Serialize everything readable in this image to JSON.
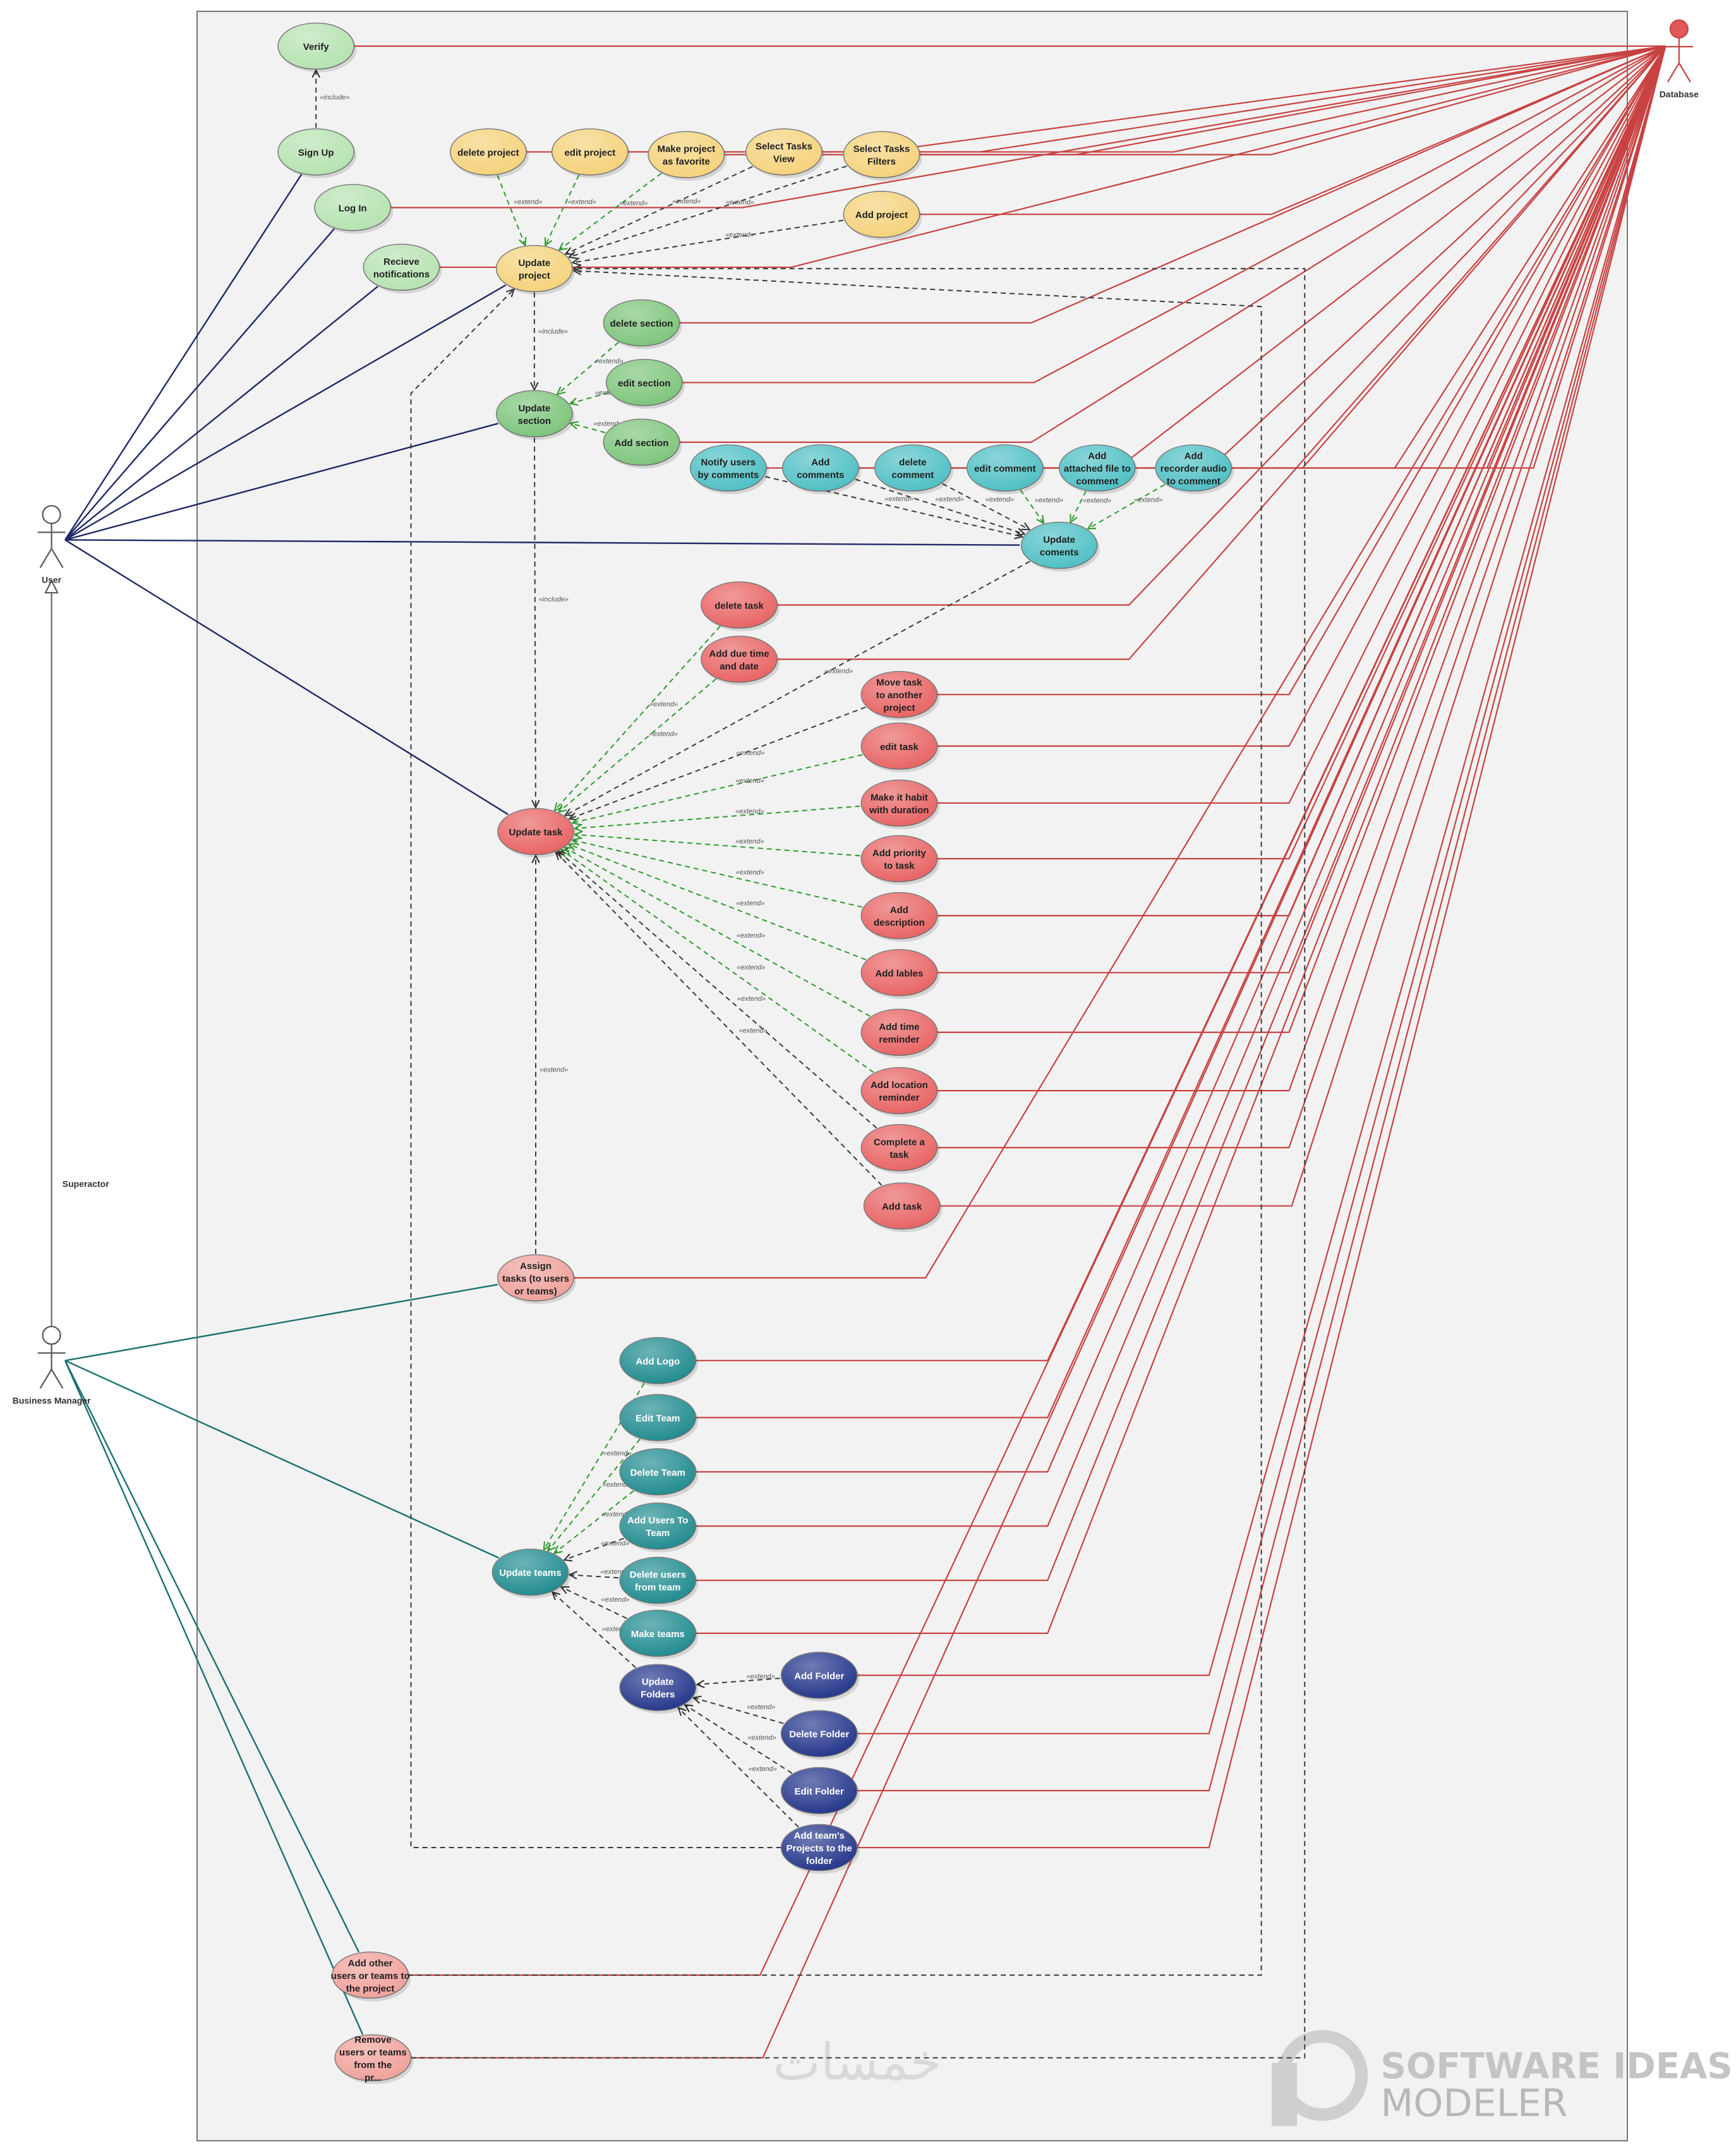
{
  "diagram_kind": "use-case",
  "actors": [
    {
      "id": "user",
      "label": "User"
    },
    {
      "id": "bm",
      "label": "Business Manager"
    },
    {
      "id": "db",
      "label": "Database"
    }
  ],
  "generalization_label": "Superactor",
  "use_cases": [
    {
      "id": "verify",
      "lines": [
        "Verify"
      ],
      "color": "#b5e2b0"
    },
    {
      "id": "signup",
      "lines": [
        "Sign Up"
      ],
      "color": "#b5e2b0"
    },
    {
      "id": "login",
      "lines": [
        "Log In"
      ],
      "color": "#b5e2b0"
    },
    {
      "id": "notif",
      "lines": [
        "Recieve",
        "notifications"
      ],
      "color": "#b5e2b0"
    },
    {
      "id": "delproj",
      "lines": [
        "delete project"
      ],
      "color": "#f5d27a"
    },
    {
      "id": "editproj",
      "lines": [
        "edit project"
      ],
      "color": "#f5d27a"
    },
    {
      "id": "favproj",
      "lines": [
        "Make project",
        "as favorite"
      ],
      "color": "#f5d27a"
    },
    {
      "id": "taskview",
      "lines": [
        "Select Tasks",
        "View"
      ],
      "color": "#f5d27a"
    },
    {
      "id": "taskfilt",
      "lines": [
        "Select Tasks",
        "Filters"
      ],
      "color": "#f5d27a"
    },
    {
      "id": "addproj",
      "lines": [
        "Add project"
      ],
      "color": "#f5d27a"
    },
    {
      "id": "updproj",
      "lines": [
        "Update",
        "project"
      ],
      "color": "#f5d27a"
    },
    {
      "id": "delsec",
      "lines": [
        "delete section"
      ],
      "color": "#7cc47a"
    },
    {
      "id": "editsec",
      "lines": [
        "edit section"
      ],
      "color": "#7cc47a"
    },
    {
      "id": "addsec",
      "lines": [
        "Add section"
      ],
      "color": "#7cc47a"
    },
    {
      "id": "updsec",
      "lines": [
        "Update",
        "section"
      ],
      "color": "#7cc47a"
    },
    {
      "id": "notifcom",
      "lines": [
        "Notify users",
        "by comments"
      ],
      "color": "#4dbfc4"
    },
    {
      "id": "addcom",
      "lines": [
        "Add",
        "comments"
      ],
      "color": "#4dbfc4"
    },
    {
      "id": "delcom",
      "lines": [
        "delete",
        "comment"
      ],
      "color": "#4dbfc4"
    },
    {
      "id": "editcom",
      "lines": [
        "edit comment"
      ],
      "color": "#4dbfc4"
    },
    {
      "id": "attcom",
      "lines": [
        "Add",
        "attached file to",
        "comment"
      ],
      "color": "#4dbfc4"
    },
    {
      "id": "audcom",
      "lines": [
        "Add",
        "recorder audio",
        "to comment"
      ],
      "color": "#4dbfc4"
    },
    {
      "id": "updcom",
      "lines": [
        "Update",
        "coments"
      ],
      "color": "#4dbfc4"
    },
    {
      "id": "deltask",
      "lines": [
        "delete task"
      ],
      "color": "#e86262"
    },
    {
      "id": "duetask",
      "lines": [
        "Add due time",
        "and date"
      ],
      "color": "#e86262"
    },
    {
      "id": "movetask",
      "lines": [
        "Move task",
        "to another",
        "project"
      ],
      "color": "#e86262"
    },
    {
      "id": "edittask",
      "lines": [
        "edit task"
      ],
      "color": "#e86262"
    },
    {
      "id": "habit",
      "lines": [
        "Make it habit",
        "with duration"
      ],
      "color": "#e86262"
    },
    {
      "id": "prio",
      "lines": [
        "Add priority",
        "to task"
      ],
      "color": "#e86262"
    },
    {
      "id": "desc",
      "lines": [
        "Add",
        "description"
      ],
      "color": "#e86262"
    },
    {
      "id": "lables",
      "lines": [
        "Add lables"
      ],
      "color": "#e86262"
    },
    {
      "id": "timerem",
      "lines": [
        "Add time",
        "reminder"
      ],
      "color": "#e86262"
    },
    {
      "id": "locrem",
      "lines": [
        "Add location",
        "reminder"
      ],
      "color": "#e86262"
    },
    {
      "id": "complete",
      "lines": [
        "Complete a",
        "task"
      ],
      "color": "#e86262"
    },
    {
      "id": "addtask",
      "lines": [
        "Add task"
      ],
      "color": "#e86262"
    },
    {
      "id": "updtask",
      "lines": [
        "Update task"
      ],
      "color": "#e86262"
    },
    {
      "id": "assign",
      "lines": [
        "Assign",
        "tasks (to users",
        "or teams)"
      ],
      "color": "#f0a09a"
    },
    {
      "id": "logo",
      "lines": [
        "Add Logo"
      ],
      "color": "#1e8a8e"
    },
    {
      "id": "editteam",
      "lines": [
        "Edit Team"
      ],
      "color": "#1e8a8e"
    },
    {
      "id": "delteam",
      "lines": [
        "Delete Team"
      ],
      "color": "#1e8a8e"
    },
    {
      "id": "addusers",
      "lines": [
        "Add Users To",
        "Team"
      ],
      "color": "#1e8a8e"
    },
    {
      "id": "delusers",
      "lines": [
        "Delete users",
        "from team"
      ],
      "color": "#1e8a8e"
    },
    {
      "id": "maketeams",
      "lines": [
        "Make teams"
      ],
      "color": "#1e8a8e"
    },
    {
      "id": "updteams",
      "lines": [
        "Update teams"
      ],
      "color": "#1e8a8e"
    },
    {
      "id": "updfold",
      "lines": [
        "Update",
        "Folders"
      ],
      "color": "#22348a"
    },
    {
      "id": "addfold",
      "lines": [
        "Add Folder"
      ],
      "color": "#22348a"
    },
    {
      "id": "delfold",
      "lines": [
        "Delete Folder"
      ],
      "color": "#22348a"
    },
    {
      "id": "editfold",
      "lines": [
        "Edit Folder"
      ],
      "color": "#22348a"
    },
    {
      "id": "projfold",
      "lines": [
        "Add team's",
        "Projects to the",
        "folder"
      ],
      "color": "#22348a"
    },
    {
      "id": "addother",
      "lines": [
        "Add other",
        "users or teams to",
        "the project"
      ],
      "color": "#f0a09a"
    },
    {
      "id": "remother",
      "lines": [
        "Remove",
        "users or teams",
        "from the",
        "pr..."
      ],
      "color": "#f0a09a"
    }
  ],
  "relation_labels": {
    "extend": "«extend»",
    "include": "«include»"
  },
  "relations": [
    {
      "from": "signup",
      "to": "verify",
      "type": "include"
    },
    {
      "from": "delproj",
      "to": "updproj",
      "type": "extend"
    },
    {
      "from": "editproj",
      "to": "updproj",
      "type": "extend"
    },
    {
      "from": "favproj",
      "to": "updproj",
      "type": "extend"
    },
    {
      "from": "taskview",
      "to": "updproj",
      "type": "extend"
    },
    {
      "from": "taskfilt",
      "to": "updproj",
      "type": "extend"
    },
    {
      "from": "addproj",
      "to": "updproj",
      "type": "extend"
    },
    {
      "from": "updproj",
      "to": "updsec",
      "type": "include"
    },
    {
      "from": "delsec",
      "to": "updsec",
      "type": "extend"
    },
    {
      "from": "editsec",
      "to": "updsec",
      "type": "extend"
    },
    {
      "from": "addsec",
      "to": "updsec",
      "type": "extend"
    },
    {
      "from": "notifcom",
      "to": "updcom",
      "type": "extend"
    },
    {
      "from": "addcom",
      "to": "updcom",
      "type": "extend"
    },
    {
      "from": "delcom",
      "to": "updcom",
      "type": "extend"
    },
    {
      "from": "editcom",
      "to": "updcom",
      "type": "extend"
    },
    {
      "from": "attcom",
      "to": "updcom",
      "type": "extend"
    },
    {
      "from": "audcom",
      "to": "updcom",
      "type": "extend"
    },
    {
      "from": "updsec",
      "to": "updtask",
      "type": "include"
    },
    {
      "from": "updcom",
      "to": "updtask",
      "type": "extend"
    },
    {
      "from": "deltask",
      "to": "updtask",
      "type": "extend"
    },
    {
      "from": "duetask",
      "to": "updtask",
      "type": "extend"
    },
    {
      "from": "movetask",
      "to": "updtask",
      "type": "extend"
    },
    {
      "from": "edittask",
      "to": "updtask",
      "type": "extend"
    },
    {
      "from": "habit",
      "to": "updtask",
      "type": "extend"
    },
    {
      "from": "prio",
      "to": "updtask",
      "type": "extend"
    },
    {
      "from": "desc",
      "to": "updtask",
      "type": "extend"
    },
    {
      "from": "lables",
      "to": "updtask",
      "type": "extend"
    },
    {
      "from": "timerem",
      "to": "updtask",
      "type": "extend"
    },
    {
      "from": "locrem",
      "to": "updtask",
      "type": "extend"
    },
    {
      "from": "complete",
      "to": "updtask",
      "type": "extend"
    },
    {
      "from": "addtask",
      "to": "updtask",
      "type": "extend"
    },
    {
      "from": "assign",
      "to": "updtask",
      "type": "extend"
    },
    {
      "from": "logo",
      "to": "updteams",
      "type": "extend"
    },
    {
      "from": "editteam",
      "to": "updteams",
      "type": "extend"
    },
    {
      "from": "delteam",
      "to": "updteams",
      "type": "extend"
    },
    {
      "from": "addusers",
      "to": "updteams",
      "type": "extend"
    },
    {
      "from": "delusers",
      "to": "updteams",
      "type": "extend"
    },
    {
      "from": "maketeams",
      "to": "updteams",
      "type": "extend"
    },
    {
      "from": "updfold",
      "to": "updteams",
      "type": "extend"
    },
    {
      "from": "addfold",
      "to": "updfold",
      "type": "extend"
    },
    {
      "from": "delfold",
      "to": "updfold",
      "type": "extend"
    },
    {
      "from": "editfold",
      "to": "updfold",
      "type": "extend"
    },
    {
      "from": "projfold",
      "to": "updfold",
      "type": "extend"
    },
    {
      "from": "projfold",
      "to": "updproj",
      "type": "extend"
    },
    {
      "from": "addother",
      "to": "updproj",
      "type": "extend"
    },
    {
      "from": "remother",
      "to": "updproj",
      "type": "extend"
    }
  ],
  "associations": [
    {
      "actor": "user",
      "use_case": "signup"
    },
    {
      "actor": "user",
      "use_case": "login"
    },
    {
      "actor": "user",
      "use_case": "notif"
    },
    {
      "actor": "user",
      "use_case": "updproj"
    },
    {
      "actor": "user",
      "use_case": "updsec"
    },
    {
      "actor": "user",
      "use_case": "updcom"
    },
    {
      "actor": "user",
      "use_case": "updtask"
    },
    {
      "actor": "bm",
      "use_case": "assign"
    },
    {
      "actor": "bm",
      "use_case": "updteams"
    },
    {
      "actor": "bm",
      "use_case": "addother"
    },
    {
      "actor": "bm",
      "use_case": "remother"
    }
  ],
  "database_links": [
    "verify",
    "login",
    "notif",
    "delproj",
    "editproj",
    "favproj",
    "taskview",
    "taskfilt",
    "addproj",
    "delsec",
    "editsec",
    "addsec",
    "notifcom",
    "addcom",
    "delcom",
    "editcom",
    "attcom",
    "audcom",
    "deltask",
    "duetask",
    "movetask",
    "edittask",
    "habit",
    "prio",
    "desc",
    "lables",
    "timerem",
    "locrem",
    "complete",
    "addtask",
    "assign",
    "logo",
    "editteam",
    "delteam",
    "addusers",
    "delusers",
    "maketeams",
    "addfold",
    "delfold",
    "editfold",
    "projfold",
    "addother",
    "remother"
  ],
  "colors": {
    "user_assoc": "#1f2a66",
    "bm_assoc": "#1a7070",
    "db_link": "#c84242",
    "extend_green": "#2e9a2e",
    "dashed": "#3a3a3a"
  },
  "watermark": {
    "brand_line1": "SOFTWARE IDEAS",
    "brand_line2": "MODELER",
    "arabic": "خمسات"
  }
}
